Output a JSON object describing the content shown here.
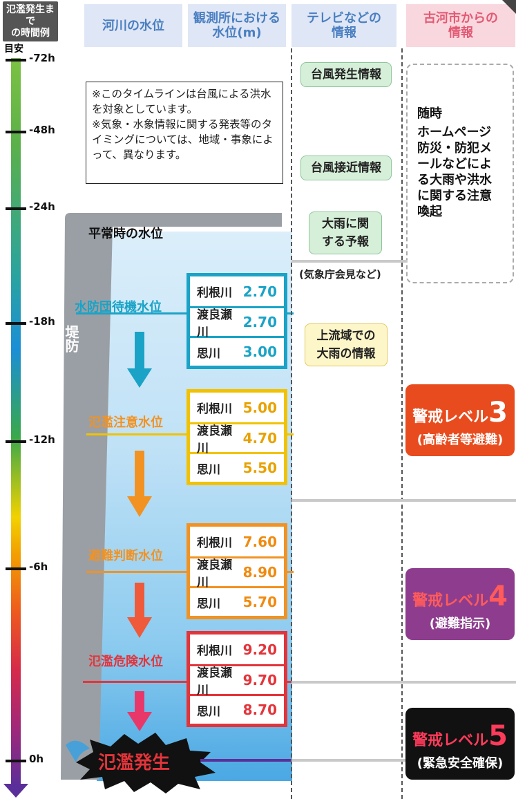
{
  "headers": {
    "time_example": "氾濫発生まで\nの時間例",
    "river_level": "河川の水位",
    "obs_level": "観測所における\n水位(m)",
    "tv_info": "テレビなどの\n情報",
    "city_info": "古河市からの\n情報"
  },
  "timeline": {
    "guide": "目安",
    "ticks": [
      "-72h",
      "-48h",
      "-24h",
      "-18h",
      "-12h",
      "-6h",
      "0h"
    ]
  },
  "note": {
    "line1": "※このタイムラインは台風による洪水を対象としています。",
    "line2": "※気象・水象情報に関する発表等のタイミングについては、地域・事象によって、異なります。"
  },
  "river": {
    "normal": "平常時の水位",
    "levee": "堤防"
  },
  "stages": [
    {
      "label": "水防団待機水位",
      "color": "#1aa3c6",
      "rows": [
        {
          "name": "利根川",
          "value": "2.70"
        },
        {
          "name": "渡良瀬川",
          "value": "2.70"
        },
        {
          "name": "思川",
          "value": "3.00"
        }
      ]
    },
    {
      "label": "氾濫注意水位",
      "color": "#f2c200",
      "rows": [
        {
          "name": "利根川",
          "value": "5.00"
        },
        {
          "name": "渡良瀬川",
          "value": "4.70"
        },
        {
          "name": "思川",
          "value": "5.50"
        }
      ]
    },
    {
      "label": "避難判断水位",
      "color": "#f29222",
      "rows": [
        {
          "name": "利根川",
          "value": "7.60"
        },
        {
          "name": "渡良瀬川",
          "value": "8.90"
        },
        {
          "name": "思川",
          "value": "5.70"
        }
      ]
    },
    {
      "label": "氾濫危険水位",
      "color": "#e3343a",
      "rows": [
        {
          "name": "利根川",
          "value": "9.20"
        },
        {
          "name": "渡良瀬川",
          "value": "9.70"
        },
        {
          "name": "思川",
          "value": "8.70"
        }
      ]
    }
  ],
  "flood": "氾濫発生",
  "tv": {
    "typhoon_birth": "台風発生情報",
    "typhoon_approach": "台風接近情報",
    "heavy_rain": "大雨に関\nする予報",
    "jma_note": "(気象庁会見など)",
    "upstream": "上流域での\n大雨の情報"
  },
  "city": {
    "anytime": "随時",
    "anytime_text": "ホームページ\n防災・防犯メ\nールなどによ\nる大雨や洪水\nに関する注意\n喚起",
    "alerts": [
      {
        "title": "警戒レベル",
        "num": "3",
        "sub": "(高齢者等避難)",
        "color": "#e84c1e"
      },
      {
        "title": "警戒レベル",
        "num": "4",
        "sub": "(避難指示)",
        "color": "#8e3d8e"
      },
      {
        "title": "警戒レベル",
        "num": "5",
        "sub": "(緊急安全確保)",
        "color": "#111111"
      }
    ]
  }
}
